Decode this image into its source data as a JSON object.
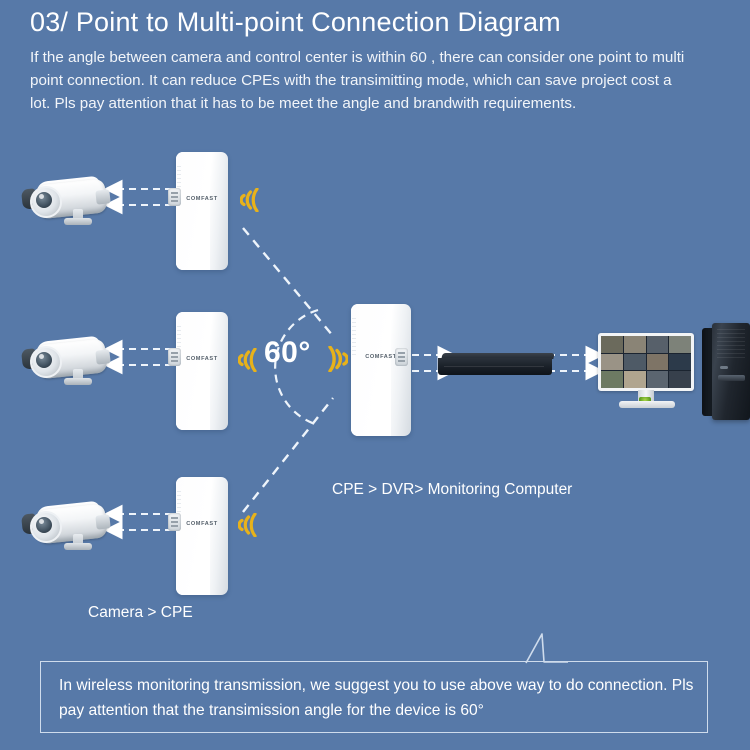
{
  "header": {
    "title": "03/  Point to Multi-point Connection Diagram",
    "subtitle": "If the angle between camera and control center is within 60 , there can consider one point to multi point connection. It can reduce CPEs with the transimitting mode, which can save project cost a lot. Pls pay attention that it has to be meet the angle and brandwith requirements."
  },
  "diagram": {
    "angle_label": "60°",
    "cpe_brand": "COMFAST",
    "labels": {
      "left_flow": "Camera > CPE",
      "right_flow": "CPE > DVR> Monitoring Computer"
    },
    "devices": [
      {
        "name": "camera-top",
        "type": "ip-camera"
      },
      {
        "name": "camera-middle",
        "type": "ip-camera"
      },
      {
        "name": "camera-bottom",
        "type": "ip-camera"
      },
      {
        "name": "cpe-top",
        "type": "cpe",
        "brand": "COMFAST"
      },
      {
        "name": "cpe-middle",
        "type": "cpe",
        "brand": "COMFAST"
      },
      {
        "name": "cpe-bottom",
        "type": "cpe",
        "brand": "COMFAST"
      },
      {
        "name": "cpe-center",
        "type": "cpe",
        "brand": "COMFAST"
      },
      {
        "name": "dvr",
        "type": "dvr"
      },
      {
        "name": "monitor",
        "type": "monitoring-computer"
      },
      {
        "name": "tower",
        "type": "pc-tower"
      }
    ]
  },
  "callout": {
    "text": "In wireless monitoring transmission, we suggest you to use above way to do connection. Pls pay attention that the transimission angle for the device is 60°"
  },
  "colors": {
    "background": "#5779a8",
    "text": "#ffffff",
    "wifi_icon": "#e8b21a",
    "line": "#eef4fb",
    "callout_border": "#cfdcec"
  }
}
